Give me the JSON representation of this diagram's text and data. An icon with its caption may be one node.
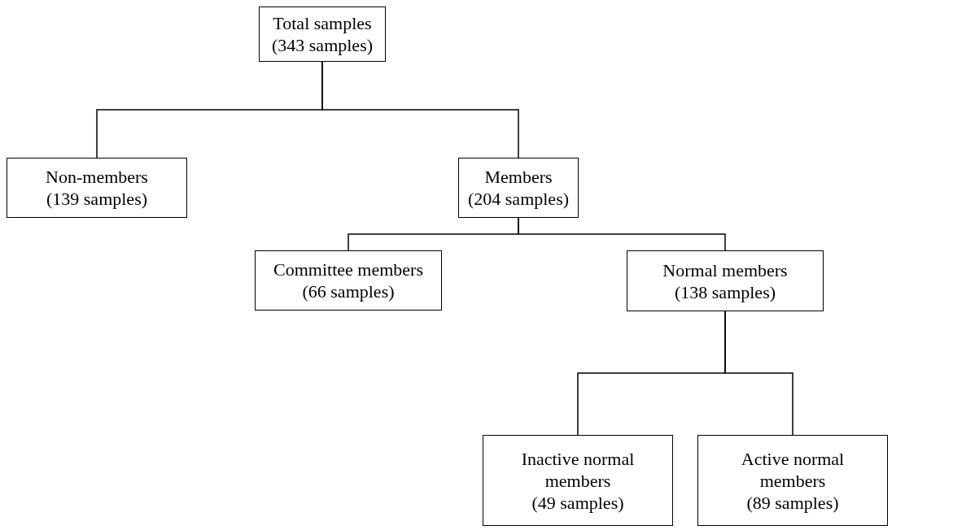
{
  "diagram": {
    "nodes": [
      {
        "text": [
          "Total samples",
          "(343 samples)"
        ]
      },
      {
        "text": [
          "Non-members",
          "(139 samples)"
        ]
      },
      {
        "text": [
          "Members",
          "(204 samples)"
        ]
      },
      {
        "text": [
          "Committee members",
          "(66 samples)"
        ]
      },
      {
        "text": [
          "Normal members",
          "(138 samples)"
        ]
      },
      {
        "text": [
          "Inactive normal members",
          "(49 samples)"
        ]
      },
      {
        "text": [
          "Active normal members",
          "(89 samples)"
        ]
      }
    ],
    "edges": [
      {
        "from": 0,
        "to": 1,
        "arrow": "none"
      },
      {
        "from": 0,
        "to": 2,
        "arrow": "none"
      },
      {
        "from": 2,
        "to": 3,
        "arrow": "none"
      },
      {
        "from": 2,
        "to": 4,
        "arrow": "none"
      },
      {
        "from": 4,
        "to": 5,
        "arrow": "none"
      },
      {
        "from": 4,
        "to": 6,
        "arrow": "none"
      }
    ]
  }
}
